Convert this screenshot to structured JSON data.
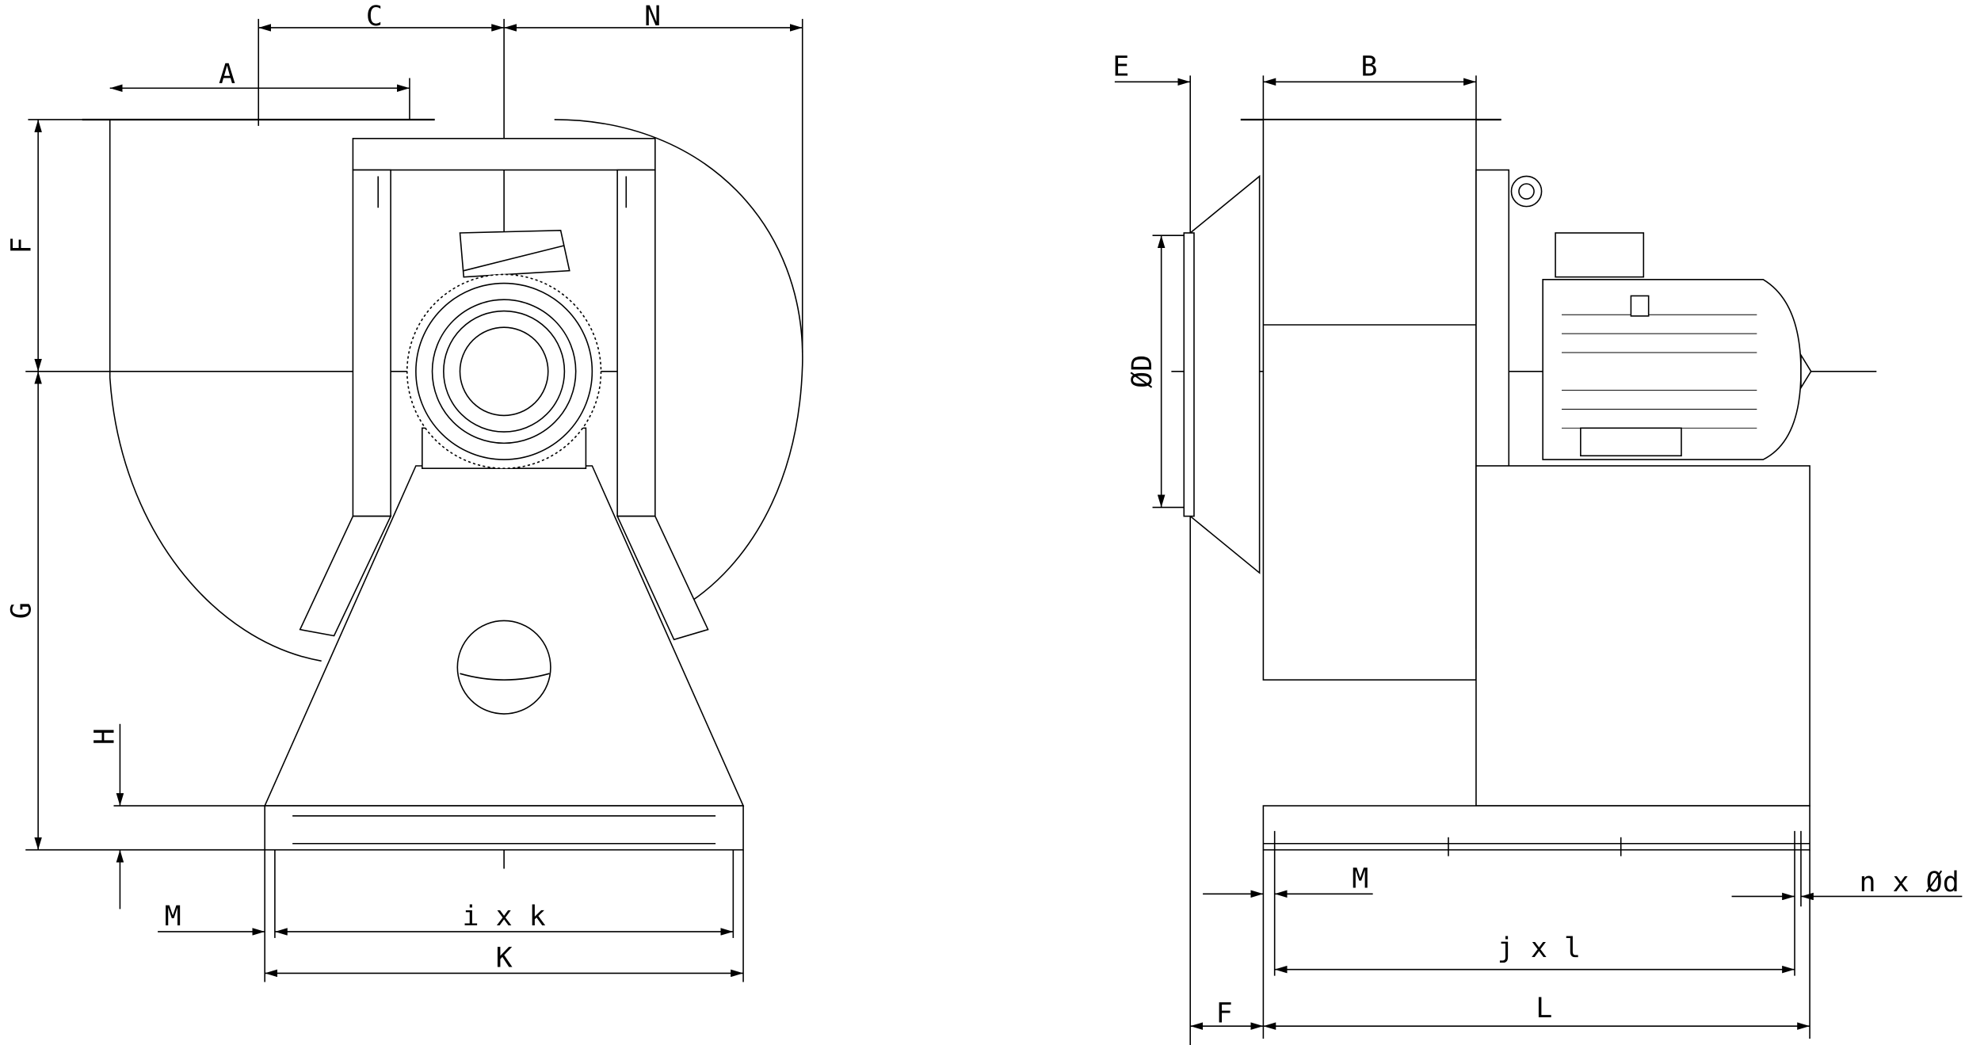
{
  "title": "Centrifugal fan dimension drawing",
  "front_view": {
    "labels": {
      "A": "A",
      "C": "C",
      "N": "N",
      "F": "F",
      "G": "G",
      "H": "H",
      "M": "M",
      "ixk": "i x k",
      "K": "K"
    }
  },
  "side_view": {
    "labels": {
      "E": "E",
      "B": "B",
      "D": "ØD",
      "M": "M",
      "nxd": "n x Ød",
      "jxl": "j x l",
      "F": "F",
      "L": "L"
    }
  }
}
